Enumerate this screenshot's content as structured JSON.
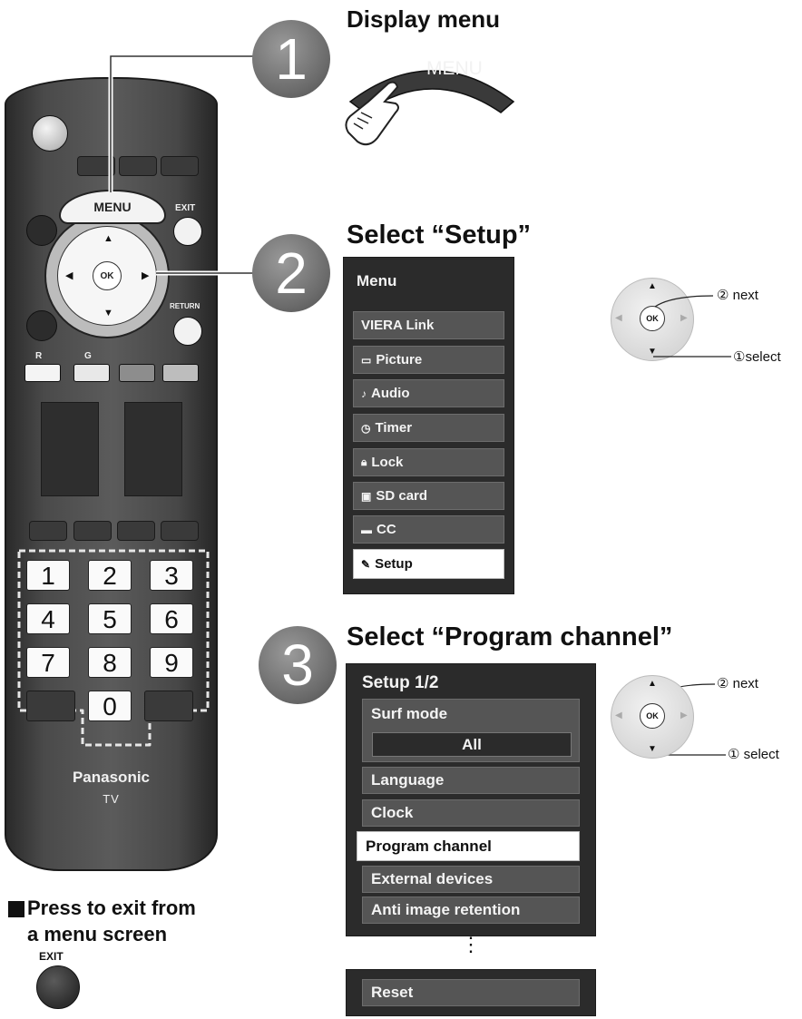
{
  "steps": {
    "step1": {
      "number": "1",
      "heading": "Display menu",
      "menu_key": "MENU"
    },
    "step2": {
      "number": "2",
      "heading": "Select “Setup”"
    },
    "step3": {
      "number": "3",
      "heading": "Select “Program channel”"
    }
  },
  "remote": {
    "menu_label": "MENU",
    "exit_label": "EXIT",
    "return_label": "RETURN",
    "ok_label": "OK",
    "r_label": "R",
    "g_label": "G",
    "numbers": [
      "1",
      "2",
      "3",
      "4",
      "5",
      "6",
      "7",
      "8",
      "9",
      "0"
    ],
    "brand": "Panasonic",
    "model": "TV"
  },
  "menu": {
    "title": "Menu",
    "items": [
      {
        "label": "VIERA Link",
        "icon": ""
      },
      {
        "label": "Picture",
        "icon": "picture-icon"
      },
      {
        "label": "Audio",
        "icon": "note-icon"
      },
      {
        "label": "Timer",
        "icon": "clock-icon"
      },
      {
        "label": "Lock",
        "icon": "lock-icon"
      },
      {
        "label": "SD card",
        "icon": "sd-card-icon"
      },
      {
        "label": "CC",
        "icon": "cc-icon"
      },
      {
        "label": "Setup",
        "icon": "wrench-icon"
      }
    ],
    "selected": "Setup"
  },
  "setup": {
    "title": "Setup 1/2",
    "surf_mode": "Surf mode",
    "surf_value": "All",
    "items": [
      "Language",
      "Clock",
      "Program channel",
      "External devices",
      "Anti image retention"
    ],
    "selected": "Program channel",
    "ellipsis": "⋮",
    "reset": "Reset"
  },
  "nav_hint_1": {
    "ok": "OK",
    "next": "② next",
    "select": "①select"
  },
  "nav_hint_2": {
    "ok": "OK",
    "next": "② next",
    "select": "① select"
  },
  "exit_note": {
    "line1": "Press to exit from",
    "line2": "a menu screen",
    "button_label": "EXIT"
  }
}
